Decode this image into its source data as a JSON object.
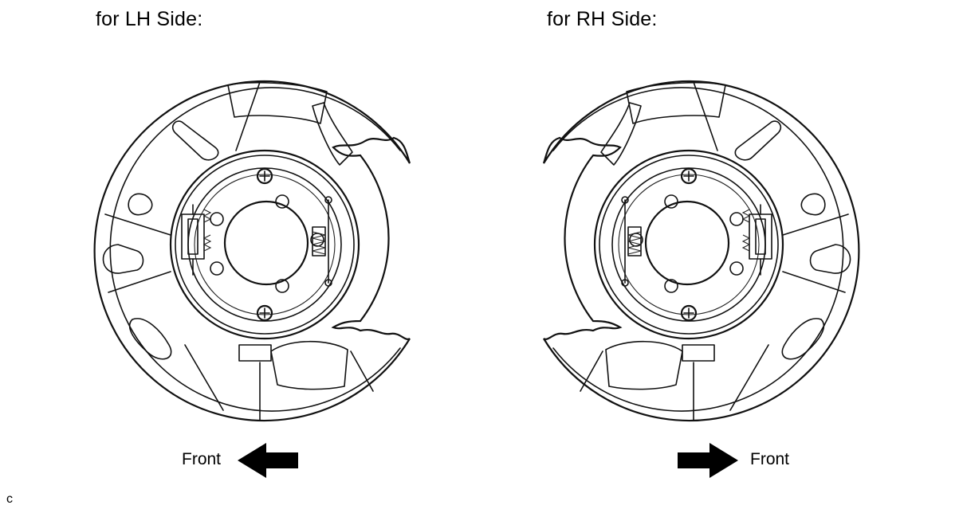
{
  "panels": {
    "lh": {
      "title": "for LH Side:",
      "front_label": "Front",
      "arrow_direction": "left"
    },
    "rh": {
      "title": "for RH Side:",
      "front_label": "Front",
      "arrow_direction": "right"
    }
  },
  "corner_code": "c",
  "colors": {
    "line": "#111111",
    "background": "#ffffff"
  }
}
